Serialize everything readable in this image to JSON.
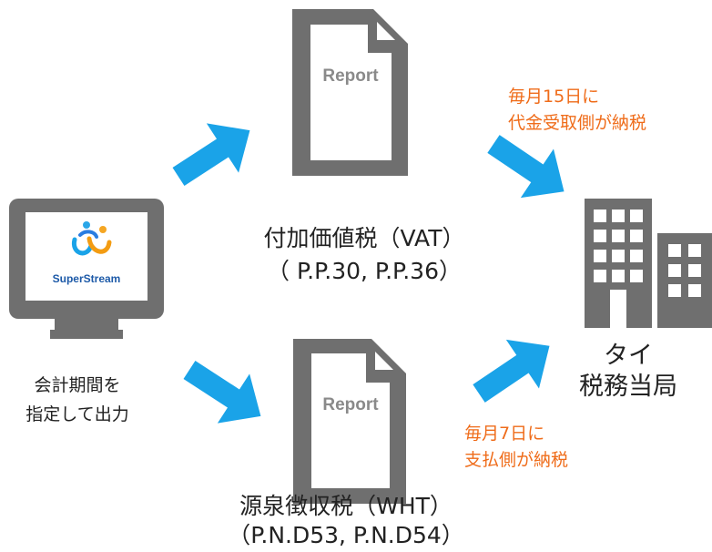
{
  "computer": {
    "logo_text": "SuperStream",
    "label_lines": [
      "会計期間を",
      "指定して出力"
    ]
  },
  "vat": {
    "doc_label": "Report",
    "label_lines": [
      "付加価値税（VAT）",
      "（ P.P.30, P.P.36）"
    ],
    "note_lines": [
      "毎月15日に",
      "代金受取側が納税"
    ]
  },
  "wht": {
    "doc_label": "Report",
    "label_lines": [
      "源泉徴収税（WHT）",
      "（P.N.D53, P.N.D54）"
    ],
    "note_lines": [
      "毎月7日に",
      "支払側が納税"
    ]
  },
  "authority": {
    "label_lines": [
      "タイ",
      "税務当局"
    ]
  },
  "icons": {
    "computer": "monitor-icon",
    "document": "document-icon",
    "building": "building-icon",
    "arrow": "arrow-icon"
  },
  "colors": {
    "arrow": "#1aa3e8",
    "icon_gray": "#6f6f6f",
    "note_orange": "#ef6c1a",
    "text": "#222222"
  }
}
